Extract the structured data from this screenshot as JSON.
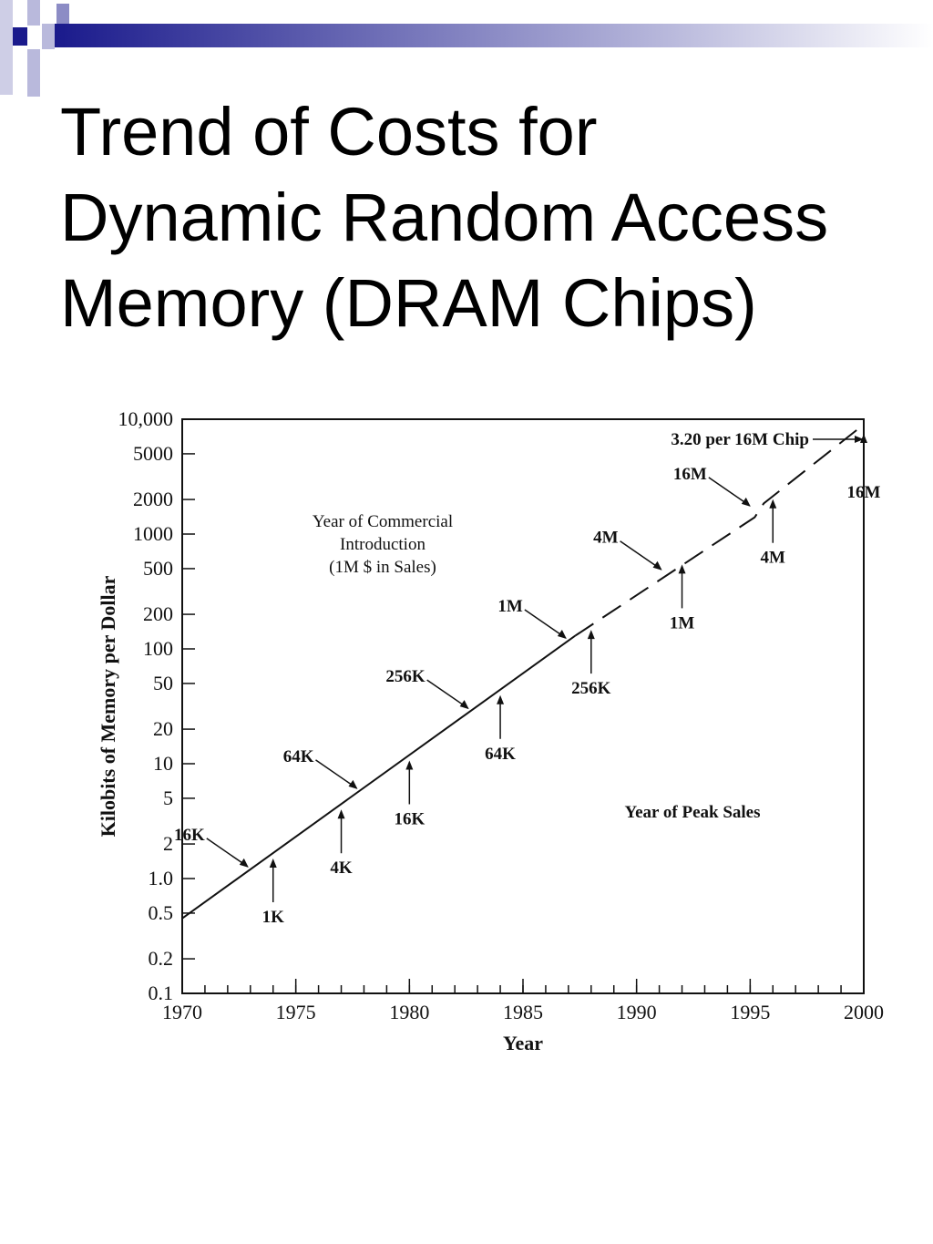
{
  "slide": {
    "title_lines": [
      "Trend of Costs for",
      "Dynamic Random Access",
      "Memory (DRAM Chips)"
    ],
    "colors": {
      "accent": "#1a1a8c",
      "accent_light": "#b9b9dc",
      "bar_end": "#ffffff"
    }
  },
  "chart_data": {
    "type": "line",
    "title": "",
    "xlabel": "Year",
    "ylabel": "Kilobits of Memory per Dollar",
    "xlim": [
      1970,
      2000
    ],
    "ylim": [
      0.1,
      10000
    ],
    "yscale": "log",
    "grid": false,
    "xticks": [
      {
        "value": 1970,
        "label": "1970"
      },
      {
        "value": 1975,
        "label": "1975"
      },
      {
        "value": 1980,
        "label": "1980"
      },
      {
        "value": 1985,
        "label": "1985"
      },
      {
        "value": 1990,
        "label": "1990"
      },
      {
        "value": 1995,
        "label": "1995"
      },
      {
        "value": 2000,
        "label": "2000"
      }
    ],
    "yticks": [
      {
        "value": 10000,
        "label": "10,000"
      },
      {
        "value": 5000,
        "label": "5000"
      },
      {
        "value": 2000,
        "label": "2000"
      },
      {
        "value": 1000,
        "label": "1000"
      },
      {
        "value": 500,
        "label": "500"
      },
      {
        "value": 200,
        "label": "200"
      },
      {
        "value": 100,
        "label": "100"
      },
      {
        "value": 50,
        "label": "50"
      },
      {
        "value": 20,
        "label": "20"
      },
      {
        "value": 10,
        "label": "10"
      },
      {
        "value": 5,
        "label": "5"
      },
      {
        "value": 2,
        "label": "2"
      },
      {
        "value": 1,
        "label": "1.0"
      },
      {
        "value": 0.5,
        "label": "0.5"
      },
      {
        "value": 0.2,
        "label": "0.2"
      },
      {
        "value": 0.1,
        "label": "0.1"
      }
    ],
    "series": [
      {
        "style": "solid",
        "x": [
          1970,
          1987.3
        ],
        "y": [
          0.45,
          130
        ]
      },
      {
        "style": "dashed",
        "x": [
          1987.3,
          1995.2,
          1995.6,
          2000
        ],
        "y": [
          130,
          1400,
          1850,
          9000
        ]
      }
    ],
    "intro_labels": {
      "heading": [
        "Year of Commercial",
        "Introduction",
        "(1M $ in Sales)"
      ],
      "items": [
        {
          "label": "16K",
          "year": 1973
        },
        {
          "label": "64K",
          "year": 1977.8
        },
        {
          "label": "256K",
          "year": 1982.7
        },
        {
          "label": "1M",
          "year": 1987
        },
        {
          "label": "4M",
          "year": 1991.2
        },
        {
          "label": "16M",
          "year": 1995.1
        }
      ]
    },
    "peak_labels": {
      "heading": "Year of Peak Sales",
      "items": [
        {
          "label": "1K",
          "year": 1974
        },
        {
          "label": "4K",
          "year": 1977
        },
        {
          "label": "16K",
          "year": 1980
        },
        {
          "label": "64K",
          "year": 1984
        },
        {
          "label": "256K",
          "year": 1988
        },
        {
          "label": "1M",
          "year": 1992
        },
        {
          "label": "4M",
          "year": 1996
        },
        {
          "label": "16M",
          "year": 2000
        }
      ]
    },
    "annotation": {
      "text": "3.20 per 16M Chip",
      "year": 2000,
      "value": 6000
    }
  }
}
